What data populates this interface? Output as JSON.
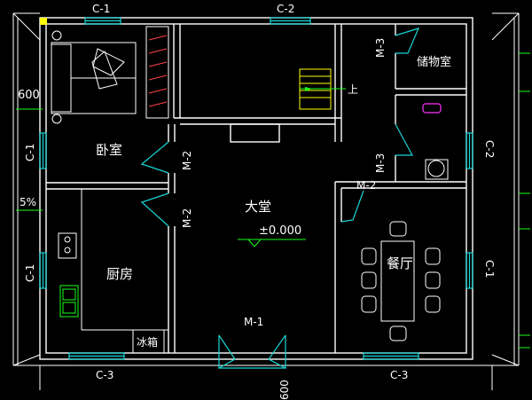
{
  "rooms": {
    "bedroom": "卧室",
    "storage": "储物室",
    "hall": "大堂",
    "kitchen": "厨房",
    "dining": "餐厅",
    "fridge": "冰箱"
  },
  "elevation": "±0.000",
  "stair_label": "上",
  "dimensions": {
    "width_600": "600",
    "slope": "5%",
    "bottom_600": "600"
  },
  "windows": {
    "top_left": "C-1",
    "top_right": "C-2",
    "left_upper": "C-1",
    "left_lower": "C-1",
    "right_upper": "C-2",
    "right_lower": "C-1",
    "bottom_left": "C-3",
    "bottom_right": "C-3"
  },
  "doors": {
    "storage": "M-3",
    "bedroom": "M-2",
    "kitchen": "M-2",
    "bath": "M-3",
    "dining": "M-2",
    "entrance": "M-1"
  },
  "colors": {
    "background": "#000000",
    "wall": "#ffffff",
    "window": "#19d6d6",
    "door": "#19d6d6",
    "accent_green": "#19ff19",
    "accent_yellow": "#ffff00",
    "accent_magenta": "#ff33ff"
  }
}
